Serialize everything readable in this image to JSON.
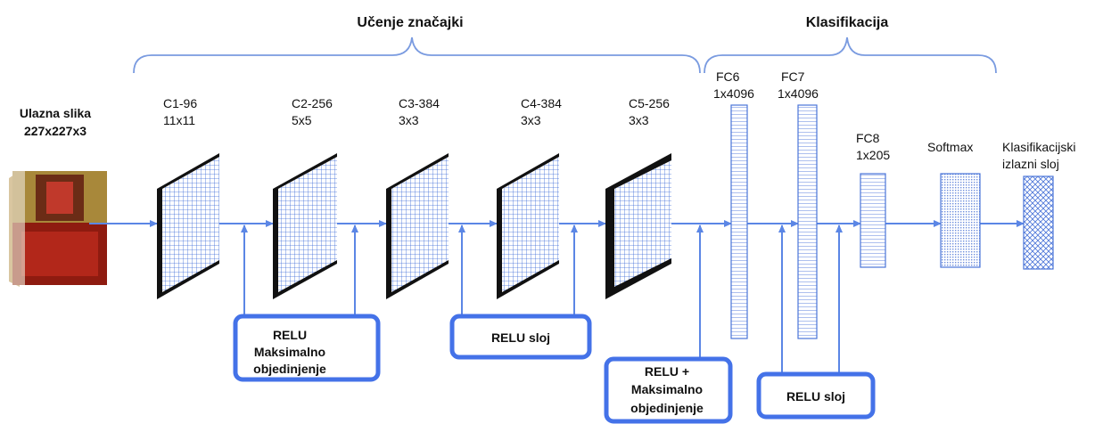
{
  "headers": {
    "feature_learning": "Učenje značajki",
    "classification": "Klasifikacija"
  },
  "input": {
    "title": "Ulazna slika",
    "size": "227x227x3"
  },
  "conv_layers": [
    {
      "name": "C1-96",
      "kernel": "11x11"
    },
    {
      "name": "C2-256",
      "kernel": "5x5"
    },
    {
      "name": "C3-384",
      "kernel": "3x3"
    },
    {
      "name": "C4-384",
      "kernel": "3x3"
    },
    {
      "name": "C5-256",
      "kernel": "3x3"
    }
  ],
  "fc_layers": [
    {
      "name": "FC6",
      "size": "1x4096"
    },
    {
      "name": "FC7",
      "size": "1x4096"
    },
    {
      "name": "FC8",
      "size": "1x205"
    }
  ],
  "softmax": "Softmax",
  "output": {
    "line1": "Klasifikacijski",
    "line2": "izlazni sloj"
  },
  "boxes": {
    "relu_pool_1": {
      "line1": "RELU",
      "line2": "Maksimalno",
      "line3": "objedinjenje"
    },
    "relu_1": "RELU sloj",
    "relu_pool_2": {
      "line1": "RELU +",
      "line2": "Maksimalno",
      "line3": "objedinjenje"
    },
    "relu_2": "RELU sloj"
  },
  "colors": {
    "arrow": "#5b86e5",
    "box_border": "#4472e8",
    "bracket": "#7a9be0",
    "grid": "#3c6ad8",
    "layer_dark": "#111111"
  }
}
